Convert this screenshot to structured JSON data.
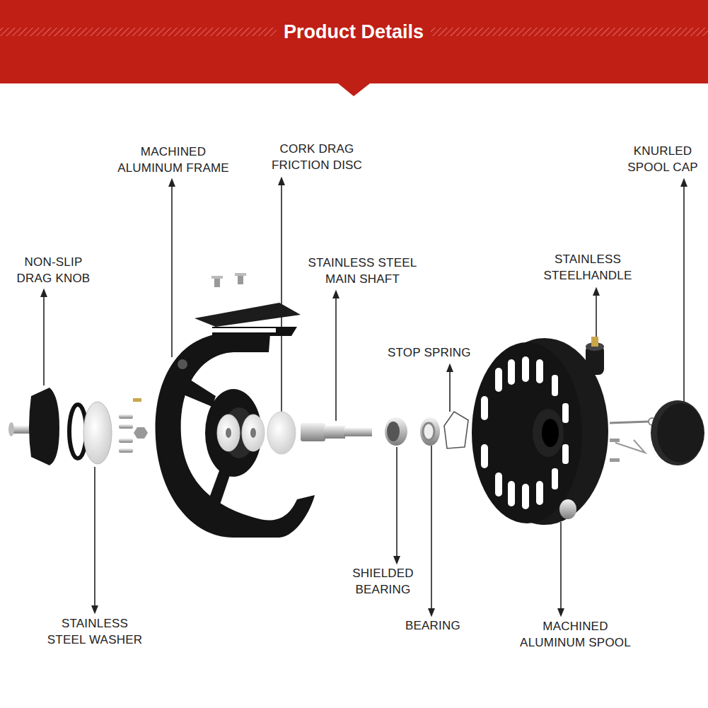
{
  "diagram": {
    "title": "Product Details",
    "labels": [
      "MACHINED ALUMINUM FRAME",
      "CORK DRAG FRICTION DISC",
      "KNURLED SPOOL CAP",
      "NON-SLIP DRAG KNOB",
      "STAINLESS STEEL MAIN SHAFT",
      "STAINLESS STEELHANDLE",
      "STOP SPRING",
      "SHIELDED BEARING",
      "BEARING",
      "MACHINED ALUMINUM SPOOL",
      "STAINLESS STEEL WASHER"
    ]
  }
}
